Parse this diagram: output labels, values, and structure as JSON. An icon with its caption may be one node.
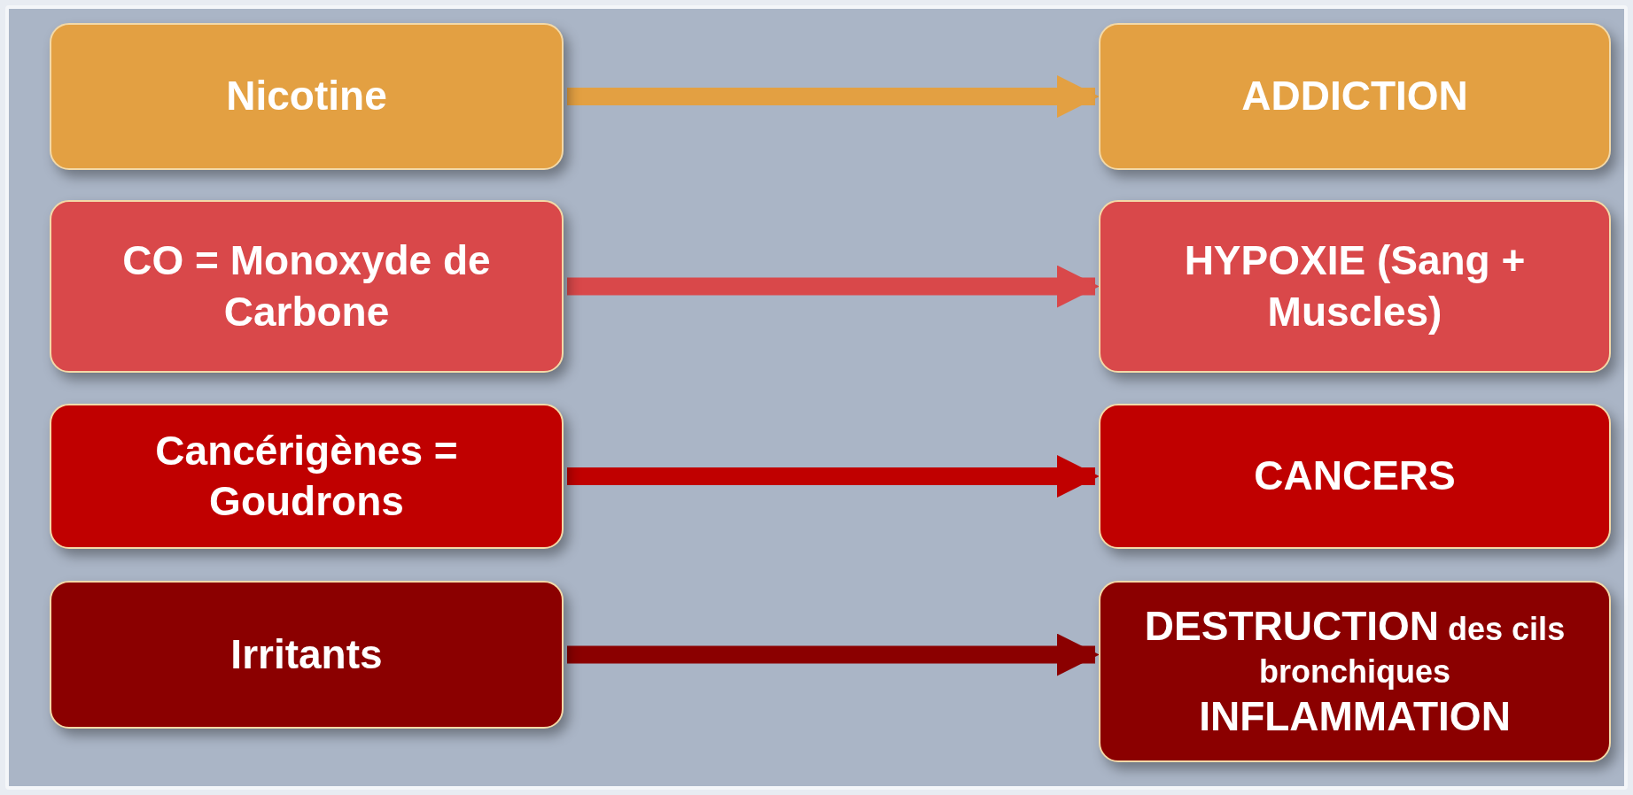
{
  "diagram": {
    "nodes": [
      {
        "text": [
          "Nicotine"
        ]
      },
      {
        "text": [
          "ADDICTION"
        ]
      },
      {
        "text": [
          "CO = Monoxyde de Carbone"
        ]
      },
      {
        "text": [
          "HYPOXIE (Sang + Muscles)"
        ]
      },
      {
        "text": [
          "Cancérigènes = Goudrons"
        ]
      },
      {
        "text": [
          "CANCERS"
        ]
      },
      {
        "text": [
          "Irritants"
        ]
      },
      {
        "text": [
          "**DESTRUCTION** des cils bronchiques **INFLAMMATION**"
        ]
      }
    ],
    "edges": [
      {
        "from": 0,
        "to": 1,
        "arrow": "to",
        "color": "#e3a042"
      },
      {
        "from": 2,
        "to": 3,
        "arrow": "to",
        "color": "#d9484a"
      },
      {
        "from": 4,
        "to": 5,
        "arrow": "to",
        "color": "#c00000"
      },
      {
        "from": 6,
        "to": 7,
        "arrow": "to",
        "color": "#8b0000"
      }
    ]
  }
}
